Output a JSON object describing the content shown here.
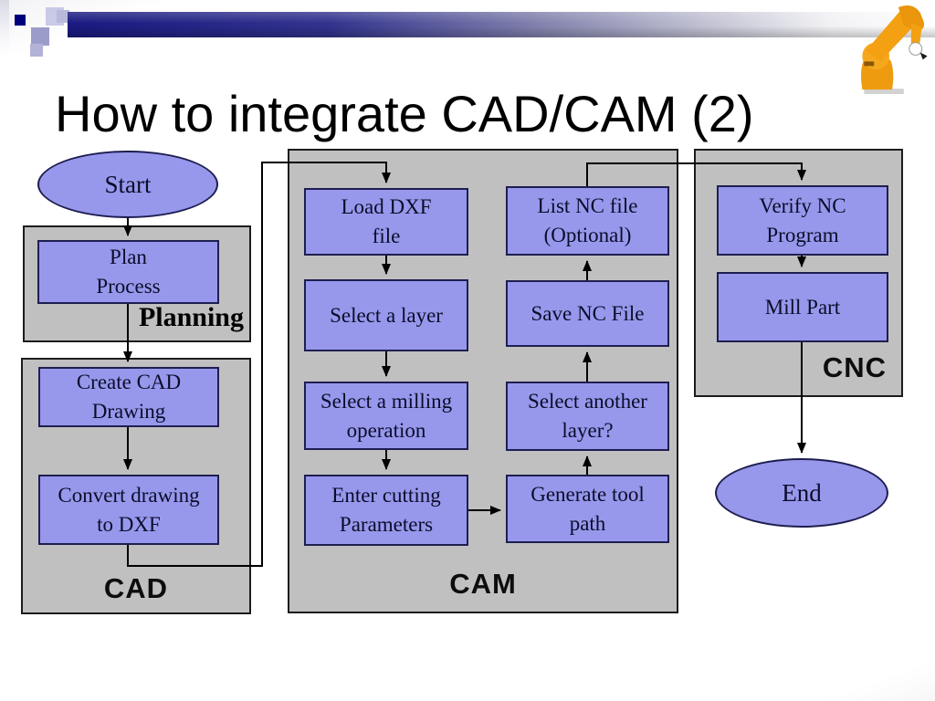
{
  "slide_title": "How to integrate CAD/CAM (2)",
  "icons": {
    "corner_image": "industrial-robot-arm"
  },
  "colors": {
    "node_fill": "#9798ec",
    "node_border": "#1e1e50",
    "group_fill": "#c0c0c0",
    "accent_bar_navy": "#191980",
    "robot_orange": "#f3a013"
  },
  "flow": {
    "terminators": {
      "start": "Start",
      "end": "End"
    },
    "groups": {
      "planning": "Planning",
      "cad": "CAD",
      "cam": "CAM",
      "cnc": "CNC"
    },
    "steps": {
      "plan_process": "Plan\nProcess",
      "create_cad_drawing": "Create CAD\nDrawing",
      "convert_drawing_to_dxf": "Convert drawing\nto DXF",
      "load_dxf_file": "Load DXF\nfile",
      "select_a_layer": "Select a layer",
      "select_milling_operation": "Select a milling\noperation",
      "enter_cutting_parameters": "Enter cutting\nParameters",
      "generate_tool_path": "Generate tool\npath",
      "select_another_layer": "Select another\nlayer?",
      "save_nc_file": "Save NC File",
      "list_nc_file": "List NC file\n(Optional)",
      "verify_nc_program": "Verify NC\nProgram",
      "mill_part": "Mill Part"
    }
  }
}
